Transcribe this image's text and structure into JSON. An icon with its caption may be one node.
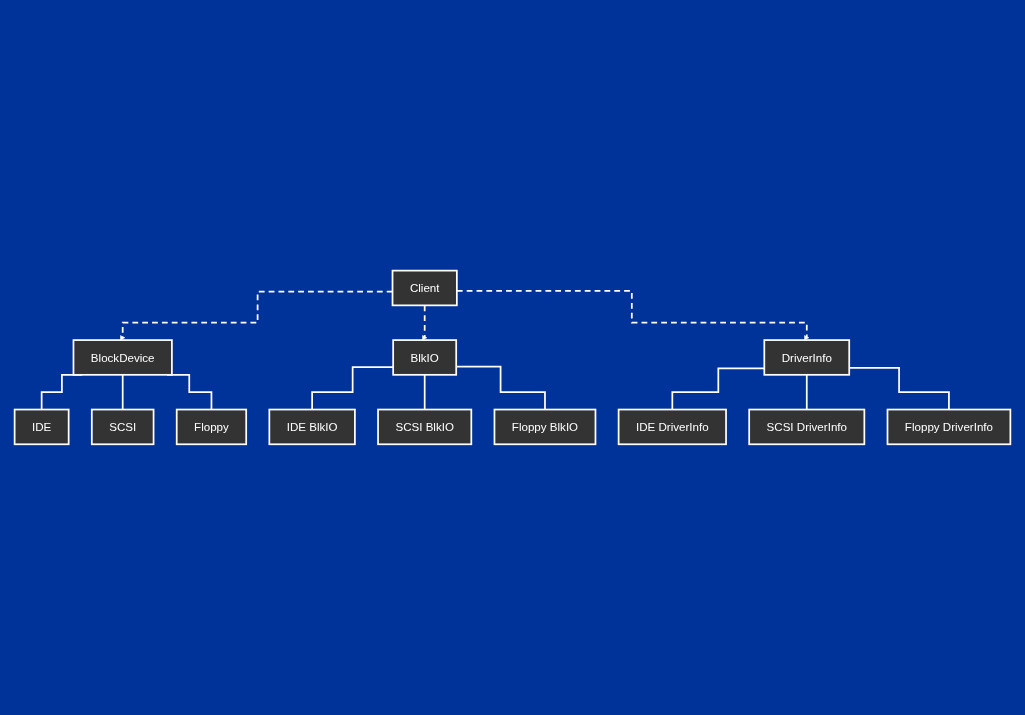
{
  "diagram": {
    "nodes": [
      {
        "text": [
          "Client"
        ]
      },
      {
        "text": [
          "BlockDevice"
        ]
      },
      {
        "text": [
          "IDE"
        ]
      },
      {
        "text": [
          "SCSI"
        ]
      },
      {
        "text": [
          "Floppy"
        ]
      },
      {
        "text": [
          "BlkIO"
        ]
      },
      {
        "text": [
          "DriverInfo"
        ]
      },
      {
        "text": [
          "IDE BlkIO"
        ]
      },
      {
        "text": [
          "SCSI BlkIO"
        ]
      },
      {
        "text": [
          "Floppy BlkIO"
        ]
      },
      {
        "text": [
          "IDE DriverInfo"
        ]
      },
      {
        "text": [
          "SCSI DriverInfo"
        ]
      },
      {
        "text": [
          "Floppy DriverInfo"
        ]
      }
    ],
    "edges": [
      {
        "from": 0,
        "to": 1,
        "arrow": "to",
        "style": "dashed"
      },
      {
        "from": 1,
        "to": 2,
        "arrow": "none"
      },
      {
        "from": 1,
        "to": 3,
        "arrow": "none"
      },
      {
        "from": 1,
        "to": 4,
        "arrow": "none"
      },
      {
        "from": 0,
        "to": 5,
        "arrow": "to",
        "style": "dashed"
      },
      {
        "from": 0,
        "to": 6,
        "arrow": "to",
        "style": "dashed"
      },
      {
        "from": 5,
        "to": 7,
        "arrow": "none"
      },
      {
        "from": 5,
        "to": 8,
        "arrow": "none"
      },
      {
        "from": 5,
        "to": 9,
        "arrow": "none"
      },
      {
        "from": 6,
        "to": 10,
        "arrow": "none"
      },
      {
        "from": 6,
        "to": 11,
        "arrow": "none"
      },
      {
        "from": 6,
        "to": 12,
        "arrow": "none"
      }
    ]
  }
}
